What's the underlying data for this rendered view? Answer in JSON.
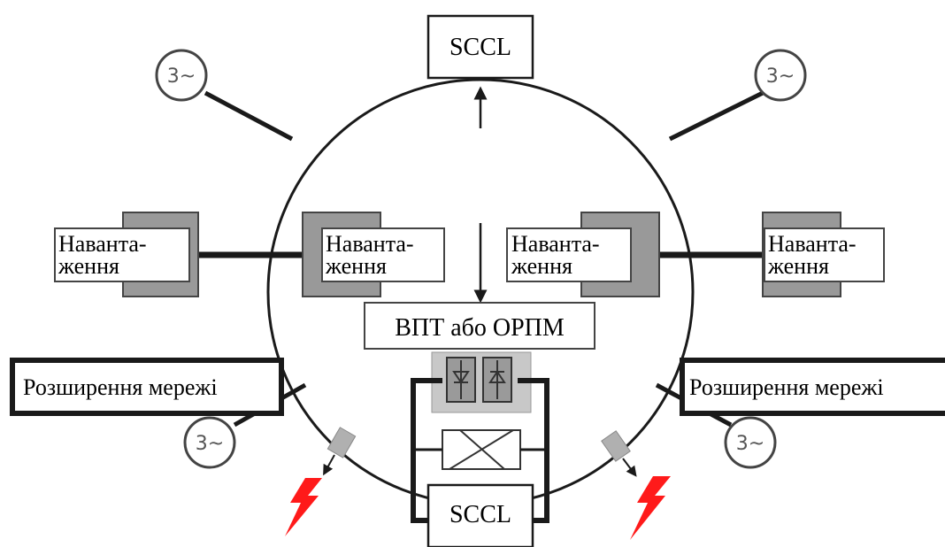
{
  "labels": {
    "sccl_top": "SCCL",
    "sccl_bottom": "SCCL",
    "load_1_line1": "Наванта-",
    "load_1_line2": "ження",
    "load_2_line1": "Наванта-",
    "load_2_line2": "ження",
    "load_3_line1": "Наванта-",
    "load_3_line2": "ження",
    "load_4_line1": "Наванта-",
    "load_4_line2": "ження",
    "converter": "ВПТ або ОРПМ",
    "ext_left": "Розширення мережі",
    "ext_right": "Розширення мережі",
    "gen_1": "3~",
    "gen_2": "3~",
    "gen_3": "3~",
    "gen_4": "3~"
  },
  "colors": {
    "line": "#1a1a1a",
    "load_shadow": "#999999",
    "fault": "#ff1a1a",
    "switch": "#b0b0b0"
  },
  "icons": {
    "fault": "lightning-bolt-icon",
    "switch": "circuit-breaker-icon"
  }
}
